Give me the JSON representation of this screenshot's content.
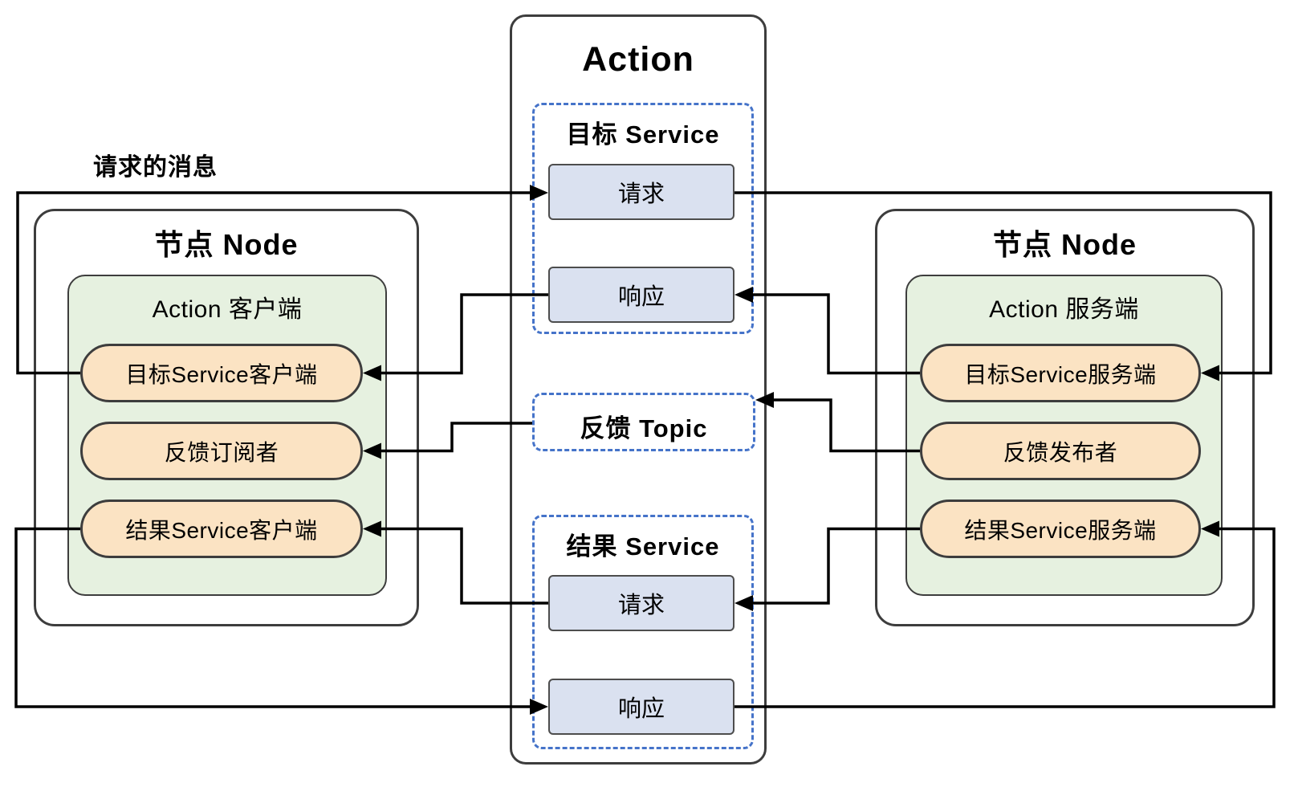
{
  "diagram": {
    "top_label": "请求的消息",
    "center": {
      "title": "Action",
      "goal_service": {
        "title": "目标 Service",
        "request": "请求",
        "response": "响应"
      },
      "feedback_topic": {
        "title": "反馈 Topic"
      },
      "result_service": {
        "title": "结果 Service",
        "request": "请求",
        "response": "响应"
      }
    },
    "client_node": {
      "title": "节点 Node",
      "container": "Action 客户端",
      "items": [
        "目标Service客户端",
        "反馈订阅者",
        "结果Service客户端"
      ]
    },
    "server_node": {
      "title": "节点 Node",
      "container": "Action 服务端",
      "items": [
        "目标Service服务端",
        "反馈发布者",
        "结果Service服务端"
      ]
    },
    "colors": {
      "pill_fill": "#FBE3C3",
      "green_fill": "#E6F1E0",
      "blue_box_fill": "#DAE1F0",
      "dashed_border": "#4573C9",
      "box_border": "#3D3D3D",
      "line": "#000000"
    }
  }
}
